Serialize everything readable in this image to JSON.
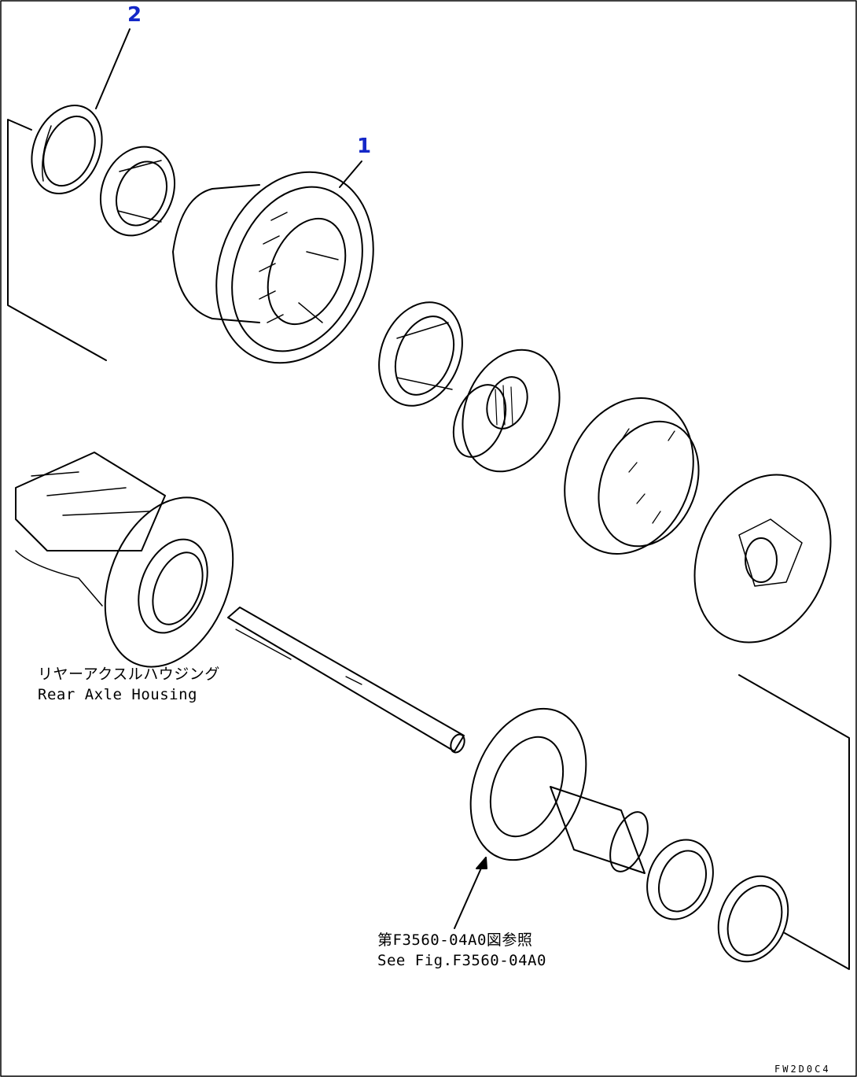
{
  "callouts": [
    {
      "id": "1",
      "label": "1"
    },
    {
      "id": "2",
      "label": "2"
    }
  ],
  "notes": {
    "housing_jp": "リヤーアクスルハウジング",
    "housing_en": "Rear Axle Housing",
    "ref_jp": "第F3560-04A0図参照",
    "ref_en": "See Fig.F3560-04A0"
  },
  "figure_code": "FW2D0C4",
  "colors": {
    "callout": "#1428c8",
    "line": "#000000",
    "background": "#ffffff"
  }
}
